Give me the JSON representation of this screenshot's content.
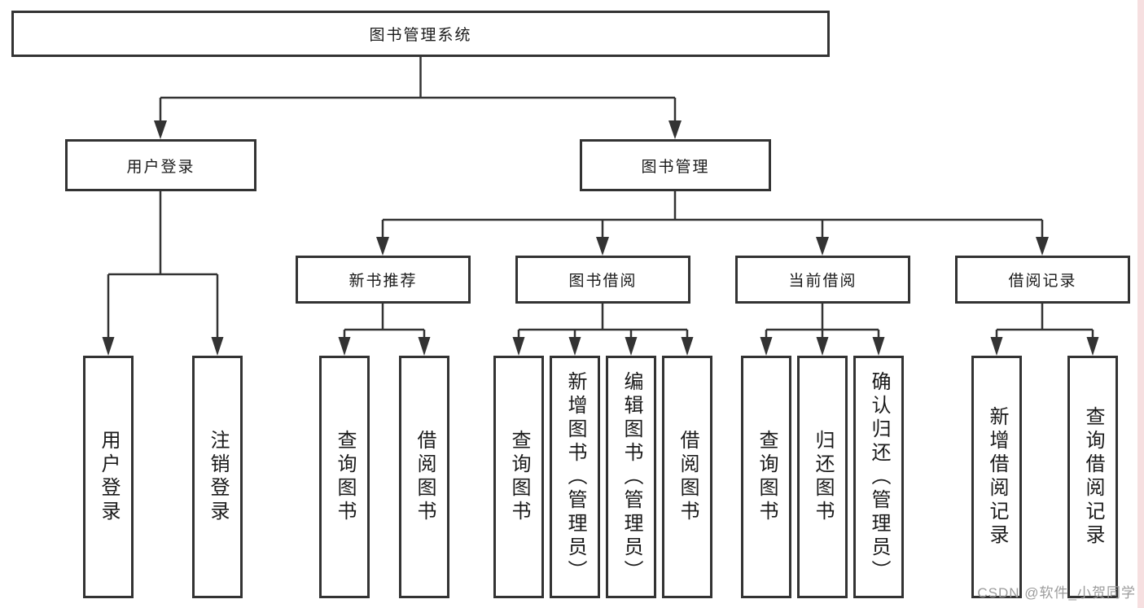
{
  "diagram": {
    "type": "hierarchy",
    "root": {
      "label": "图书管理系统"
    },
    "level2": [
      {
        "label": "用户登录"
      },
      {
        "label": "图书管理"
      }
    ],
    "level3": [
      {
        "label": "新书推荐",
        "parent": "图书管理"
      },
      {
        "label": "图书借阅",
        "parent": "图书管理"
      },
      {
        "label": "当前借阅",
        "parent": "图书管理"
      },
      {
        "label": "借阅记录",
        "parent": "图书管理"
      }
    ],
    "leaves": [
      {
        "label": "用户登录",
        "parent": "用户登录"
      },
      {
        "label": "注销登录",
        "parent": "用户登录"
      },
      {
        "label": "查询图书",
        "parent": "新书推荐"
      },
      {
        "label": "借阅图书",
        "parent": "新书推荐"
      },
      {
        "label": "查询图书",
        "parent": "图书借阅"
      },
      {
        "label": "新增图书（管理员）",
        "parent": "图书借阅"
      },
      {
        "label": "编辑图书（管理员）",
        "parent": "图书借阅"
      },
      {
        "label": "借阅图书",
        "parent": "图书借阅"
      },
      {
        "label": "查询图书",
        "parent": "当前借阅"
      },
      {
        "label": "归还图书",
        "parent": "当前借阅"
      },
      {
        "label": "确认归还（管理员）",
        "parent": "当前借阅"
      },
      {
        "label": "新增借阅记录",
        "parent": "借阅记录"
      },
      {
        "label": "查询借阅记录",
        "parent": "借阅记录"
      }
    ]
  },
  "watermark": "CSDN @软件_小贺同学",
  "colors": {
    "line": "#333333",
    "box_border": "#333333",
    "text": "#1a1a1a",
    "watermark_text": "#9b9b9b",
    "right_edge_strip": "#f6dfe0",
    "background": "#ffffff"
  }
}
